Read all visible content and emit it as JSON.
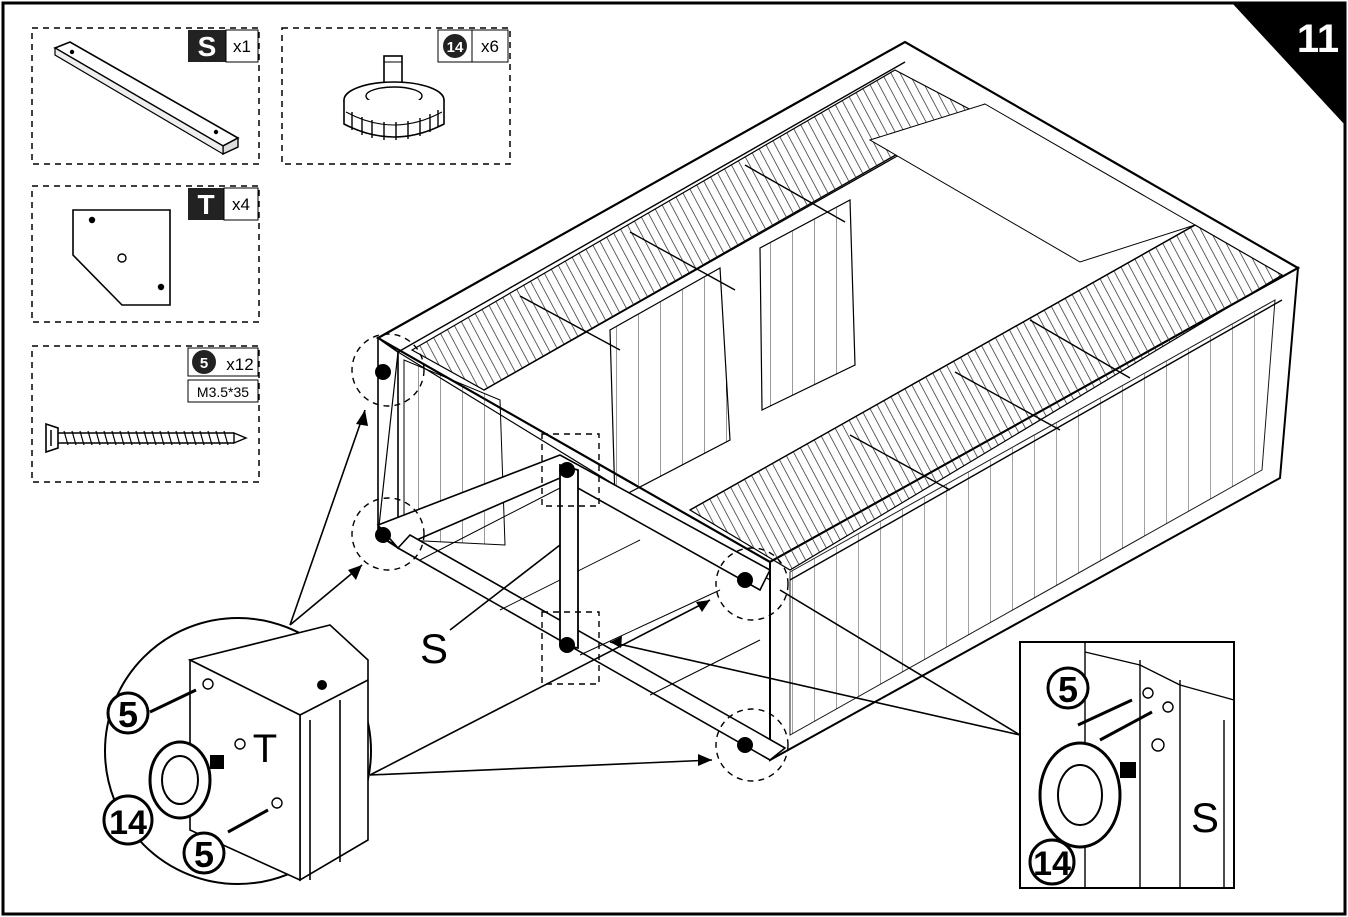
{
  "step": {
    "number": "11"
  },
  "parts": [
    {
      "code": "S",
      "qty": "x1",
      "name": "bar"
    },
    {
      "code": "14",
      "qty": "x6",
      "name": "leveling-foot"
    },
    {
      "code": "T",
      "qty": "x4",
      "name": "corner-plate"
    },
    {
      "code": "5",
      "qty": "x12",
      "spec": "M3.5*35",
      "name": "screw"
    }
  ],
  "callouts": {
    "left": {
      "screw_top": "5",
      "screw_bottom": "5",
      "foot": "14",
      "plate": "T"
    },
    "right": {
      "screw": "5",
      "foot": "14",
      "bar": "S"
    },
    "main_bar": "S"
  },
  "colors": {
    "ink": "#111111",
    "paper": "#ffffff",
    "badge_fill": "#222222",
    "badge_text": "#ffffff"
  }
}
